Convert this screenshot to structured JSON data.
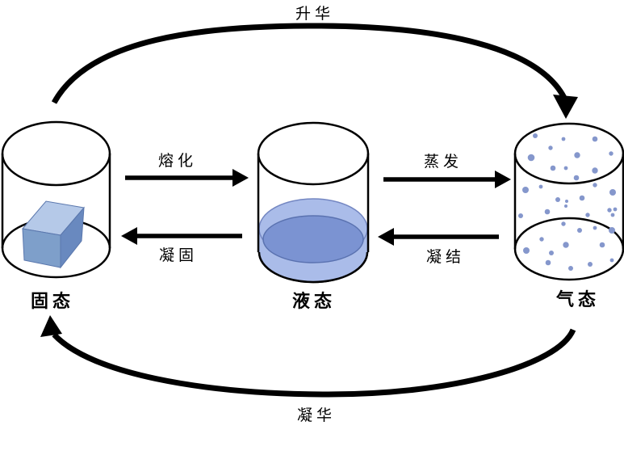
{
  "diagram": {
    "states": {
      "solid": {
        "label": "固态"
      },
      "liquid": {
        "label": "液态"
      },
      "gas": {
        "label": "气态"
      }
    },
    "transitions": {
      "sublimation": {
        "label": "升华",
        "from": "solid",
        "to": "gas"
      },
      "melting": {
        "label": "熔化",
        "from": "solid",
        "to": "liquid"
      },
      "solidification": {
        "label": "凝固",
        "from": "liquid",
        "to": "solid"
      },
      "evaporation": {
        "label": "蒸发",
        "from": "liquid",
        "to": "gas"
      },
      "condensation": {
        "label": "凝结",
        "from": "gas",
        "to": "liquid"
      },
      "deposition": {
        "label": "凝华",
        "from": "gas",
        "to": "solid"
      }
    },
    "colors": {
      "background": "#ffffff",
      "stroke": "#000000",
      "liquid_light": "#aabce9",
      "liquid_dark": "#7b93d2",
      "solid_top": "#b5c9e8",
      "solid_front": "#7e9fca",
      "solid_side": "#6989bf",
      "gas_dot": "#8597cc"
    }
  }
}
